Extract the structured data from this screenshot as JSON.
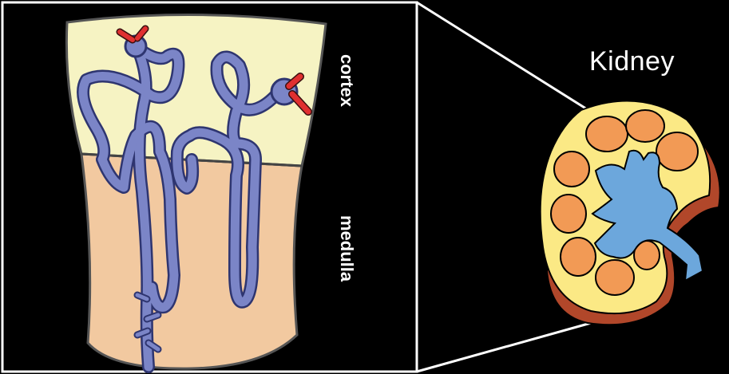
{
  "title": "Kidney",
  "zones": {
    "cortex": "cortex",
    "medulla": "medulla"
  },
  "colors": {
    "background": "#000000",
    "cortex_fill": "#f6f3c3",
    "medulla_fill": "#f2c9a0",
    "nephron": "#7b85c7",
    "blood_vessel": "#e03030",
    "kidney_cortex": "#fbe985",
    "kidney_pyramid": "#f29a55",
    "kidney_pelvis": "#6ca7dc",
    "kidney_shadow": "#b1472a"
  }
}
